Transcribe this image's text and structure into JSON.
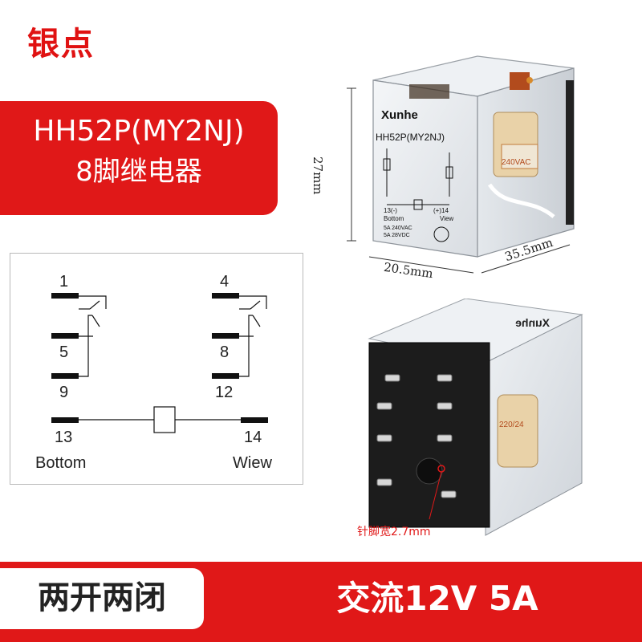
{
  "header": {
    "title": "银点"
  },
  "product": {
    "model": "HH52P(MY2NJ)",
    "subtitle": "8脚继电器"
  },
  "relay_top": {
    "brand": "Xunhe",
    "model_print": "HH52P(MY2NJ)",
    "pin_13_label": "13(-)",
    "pin_14_label": "(+)14",
    "bottom_label": "Bottom",
    "view_label": "View",
    "rating_ac": "5A 240VAC",
    "rating_dc": "5A 28VDC",
    "coil_print": "240VAC",
    "height_dim": "27mm",
    "width_dim": "20.5mm",
    "depth_dim": "35.5mm"
  },
  "schematic": {
    "pins": {
      "p1": "1",
      "p5": "5",
      "p9": "9",
      "p4": "4",
      "p8": "8",
      "p12": "12",
      "p13": "13",
      "p14": "14"
    },
    "bottom_text": "Bottom",
    "view_text": "Wiew"
  },
  "relay_bottom": {
    "pin_width_note": "针脚宽2.7mm",
    "brand_mirrored": "Xunhe",
    "coil_print": "220/24"
  },
  "footer": {
    "contacts": "两开两闭",
    "rating": "交流12V 5A"
  },
  "colors": {
    "brand_red": "#e01818",
    "text_dark": "#222222"
  }
}
